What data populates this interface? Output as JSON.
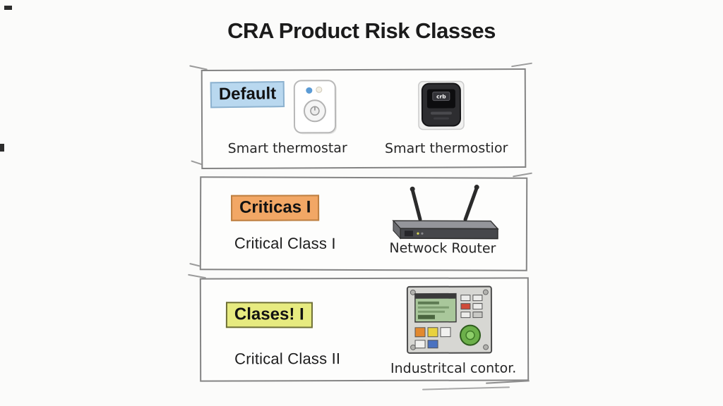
{
  "title": "CRA Product Risk Classes",
  "rows": [
    {
      "tag": "Default",
      "items": [
        {
          "icon": "smart-thermostat-white-icon",
          "caption": "Smart thermostar"
        },
        {
          "icon": "smart-thermostat-black-icon",
          "caption": "Smart thermostior",
          "display": "crb"
        }
      ]
    },
    {
      "tag": "Criticas I",
      "label": "Critical Class I",
      "items": [
        {
          "icon": "network-router-icon",
          "caption": "Netwock Router"
        }
      ]
    },
    {
      "tag": "Clases! I",
      "label": "Critical Class II",
      "items": [
        {
          "icon": "industrial-controller-icon",
          "caption": "Industritcal contor."
        }
      ]
    }
  ],
  "colors": {
    "tag_default_bg": "#b9d8ef",
    "tag_critical1_bg": "#f2a765",
    "tag_critical2_bg": "#e7eb80"
  }
}
